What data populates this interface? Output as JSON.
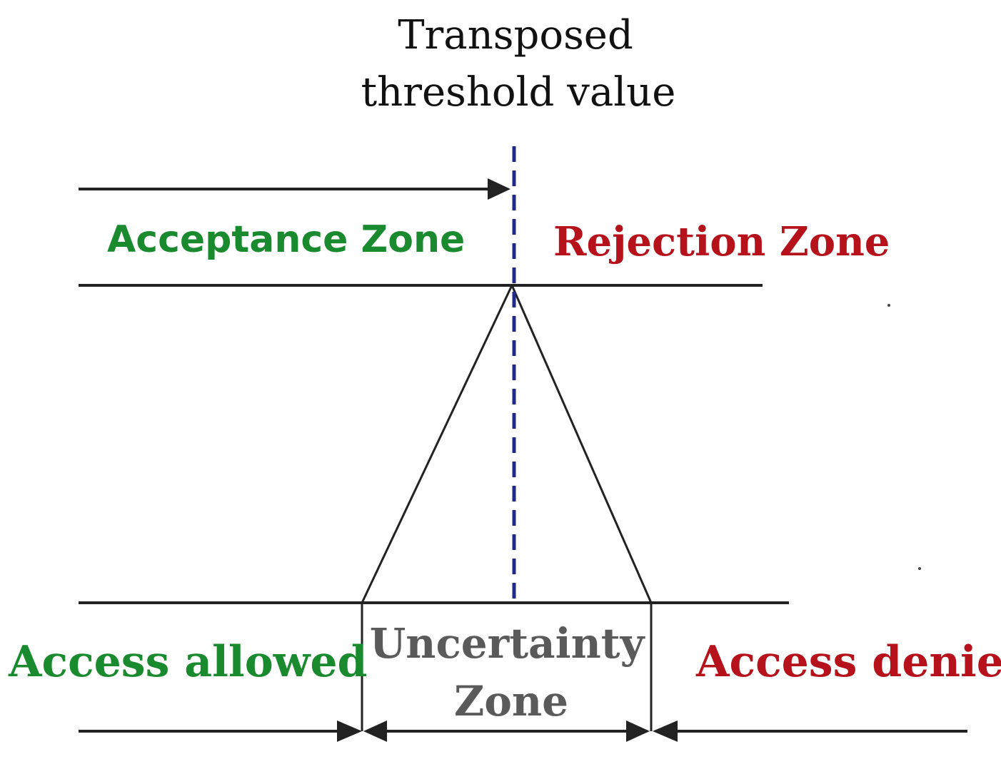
{
  "title": {
    "line1": "Transposed",
    "line2": "threshold value"
  },
  "zones": {
    "acceptance": "Acceptance Zone",
    "rejection": "Rejection Zone"
  },
  "outcomes": {
    "allowed": "Access allowed",
    "uncertainty_line1": "Uncertainty",
    "uncertainty_line2": "Zone",
    "denied": "Access denied"
  },
  "colors": {
    "green": "#1a8a2e",
    "red": "#b5121b",
    "gray": "#5a5a5a",
    "threshold_line": "#1f2a8a",
    "lines": "#222222"
  }
}
